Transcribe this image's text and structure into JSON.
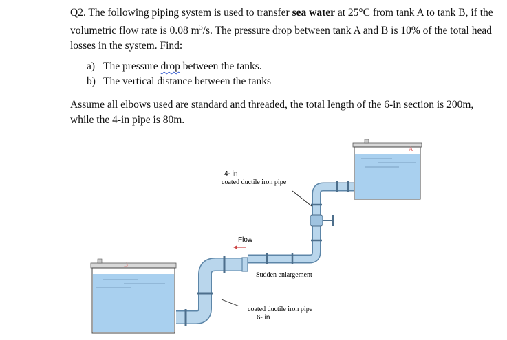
{
  "question": {
    "intro_1": "Q2. The following piping system is used to transfer ",
    "intro_bold": "sea water",
    "intro_2": " at 25°C from tank A to tank B, if the volumetric flow rate is 0.08 m",
    "intro_sup": "3",
    "intro_3": "/s. The pressure drop between tank A and B is 10% of the total head losses in the system. Find:"
  },
  "items": [
    {
      "label": "a)",
      "before": "The pressure ",
      "squiggle": "drop",
      "after": " between the tanks."
    },
    {
      "label": "b)",
      "before": "The vertical distance between the tanks",
      "squiggle": "",
      "after": ""
    }
  ],
  "assumption": "Assume all elbows used are standard and threaded, the total length of the 6-in section is 200m, while the 4-in pipe is 80m.",
  "diagram": {
    "label_4in_size": "4- in",
    "label_4in_desc": "coated ductile iron pipe",
    "label_flow": "Flow",
    "label_enlargement": "Sudden enlargement",
    "label_6in_desc": "coated ductile iron pipe",
    "label_6in_size": "6- in",
    "tank_a": "A",
    "tank_b": "B"
  },
  "colors": {
    "pipe": "#b9d6ec",
    "pipe_edge": "#5d86a8",
    "water": "#a9d0ef",
    "tag": "#e07070"
  }
}
